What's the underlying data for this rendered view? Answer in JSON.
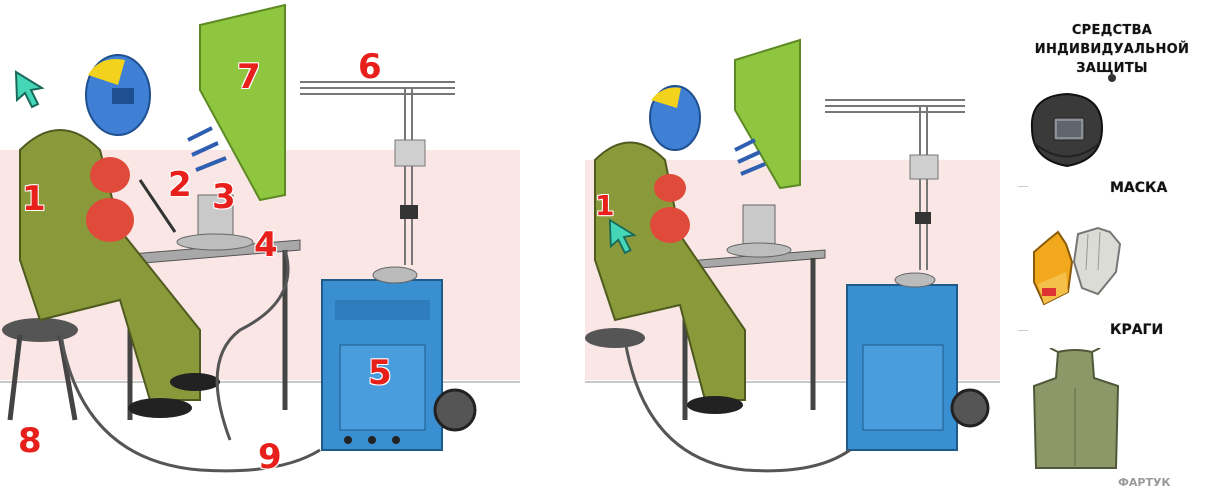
{
  "left_labels": [
    "1",
    "2",
    "3",
    "4",
    "5",
    "6",
    "7",
    "8",
    "9"
  ],
  "right_labels": [
    "1"
  ],
  "ppe": {
    "title_line1": "СРЕДСТВА ИНДИВИДУАЛЬНОЙ",
    "title_line2": "ЗАЩИТЫ",
    "items": [
      {
        "label": "МАСКА",
        "icon": "welding-helmet-icon"
      },
      {
        "label": "КРАГИ",
        "icon": "welding-gloves-icon"
      },
      {
        "label": "ФАРТУК",
        "icon": "welding-apron-icon"
      }
    ]
  },
  "colors": {
    "label_red": "#e8201c",
    "suit_green": "#8a9a3a",
    "machine_blue": "#3a8fd0",
    "helmet_blue": "#3f7fd4",
    "helmet_yellow": "#f2d21c",
    "hood_green": "#8ec63f",
    "wall_pink": "#fbe3e3",
    "cursor_teal": "#45d6b8"
  }
}
